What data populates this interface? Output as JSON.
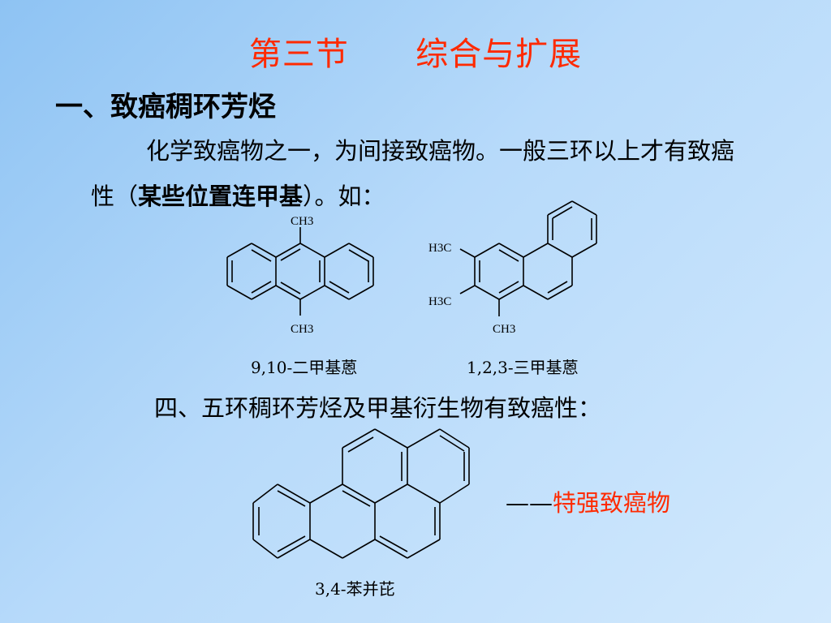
{
  "slide": {
    "title": "第三节      综合与扩展",
    "heading": "一、致癌稠环芳烃",
    "paragraph_part1": "化学致癌物之一，为间接致癌物。一般三环以上才有致癌性（",
    "paragraph_bold": "某些位置连甲基",
    "paragraph_part2": "）。如：",
    "line2": "四、五环稠环芳烃及甲基衍生物有致癌性：",
    "note_dash": "——",
    "note_text": "特强致癌物"
  },
  "molecules": {
    "m1": {
      "top_label": "CH3",
      "bottom_label": "CH3",
      "caption": "9,10-二甲基蒽"
    },
    "m2": {
      "label_a": "H3C",
      "label_b": "H3C",
      "label_c": "CH3",
      "caption": "1,2,3-三甲基蒽"
    },
    "m3": {
      "caption": "3,4-苯并芘"
    }
  },
  "colors": {
    "title": "#ff2a00",
    "accent": "#ff2a00"
  }
}
